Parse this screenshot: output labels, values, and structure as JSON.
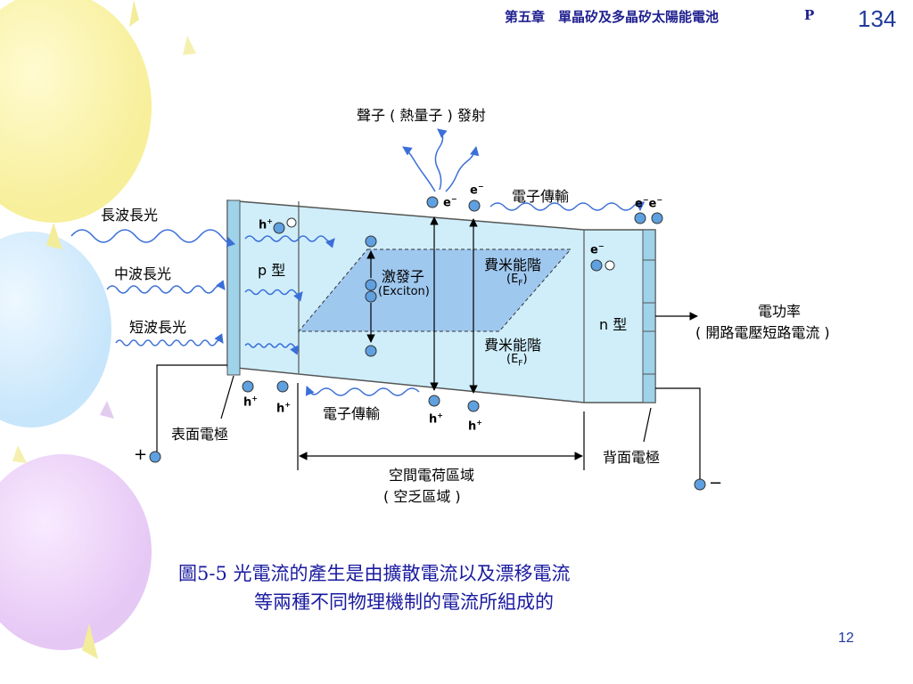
{
  "header": {
    "chapter": "第五章　單晶矽及多晶矽太陽能電池",
    "letter": "P",
    "page_number": "134"
  },
  "slide_number": "12",
  "caption": {
    "line1": "圖5-5  光電流的產生是由擴散電流以及漂移電流",
    "line2": "等兩種不同物理機制的電流所組成的"
  },
  "labels": {
    "phonon": "聲子 ( 熱量子 ) 發射",
    "long_light": "長波長光",
    "mid_light": "中波長光",
    "short_light": "短波長光",
    "electron_transport": "電子傳輸",
    "hole_transport": "電子傳輸",
    "p_type": "p 型",
    "n_type": "n 型",
    "exciton_cn": "激發子",
    "exciton_en": "(Exciton)",
    "fermi_top": "費米能階",
    "fermi_top_sym": "(E",
    "fermi_bottom": "費米能階",
    "fermi_bottom_sym": "(E",
    "fermi_sub": "F",
    "fermi_close": ")",
    "power": "電功率",
    "power_sub": "( 開路電壓短路電流 )",
    "front_electrode": "表面電極",
    "back_electrode": "背面電極",
    "space_charge": "空間電荷區域",
    "depletion": "( 空乏區域 )",
    "plus_terminal": "+",
    "minus_terminal": "−",
    "e_minus": "e",
    "h_plus": "h",
    "sup_minus": "−",
    "sup_plus": "+"
  },
  "colors": {
    "device_fill": "#cfeefa",
    "depletion_fill": "#9fc8ef",
    "border": "#555555",
    "arrow": "#3b6fd8",
    "particle": "#5fa0e0",
    "caption": "#1a1aa0"
  }
}
